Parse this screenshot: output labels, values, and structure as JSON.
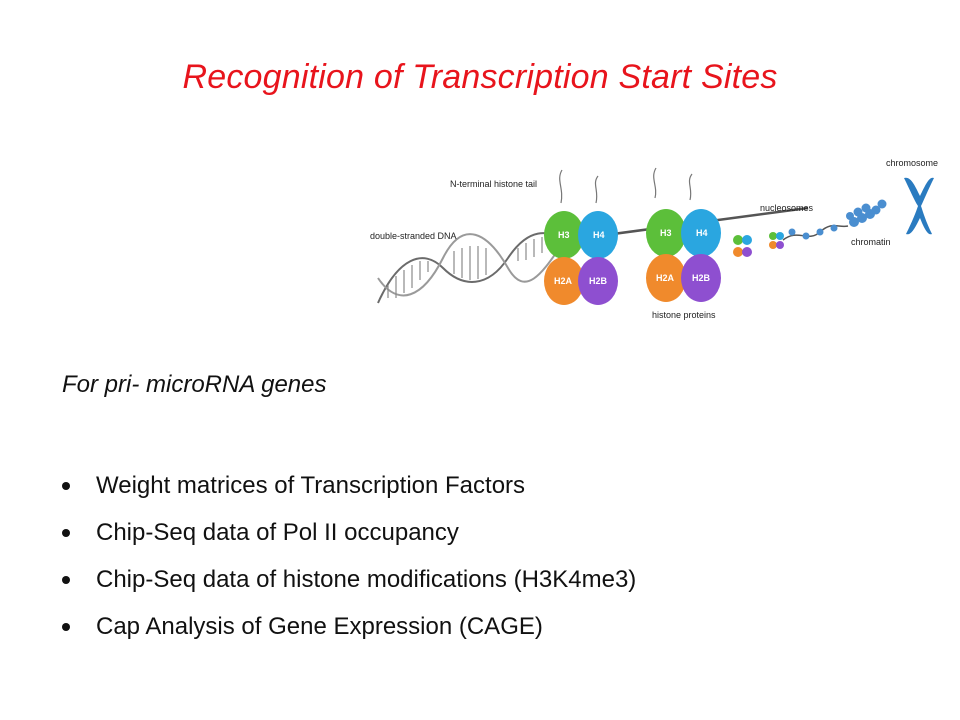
{
  "slide": {
    "title": "Recognition of Transcription Start Sites",
    "title_color": "#e8141c",
    "subtitle": "For pri- microRNA genes",
    "bullets": [
      "Weight matrices of Transcription Factors",
      "Chip-Seq  data of Pol II occupancy",
      "Chip-Seq data of histone modifications (H3K4me3)",
      "Cap Analysis of Gene Expression (CAGE)"
    ]
  },
  "diagram": {
    "labels": {
      "dna": "double-stranded DNA",
      "tail": "N-terminal histone tail",
      "histone_proteins": "histone proteins",
      "nucleosomes": "nucleosomes",
      "chromatin": "chromatin",
      "chromosome": "chromosome"
    },
    "histones": {
      "h3": "H3",
      "h4": "H4",
      "h2a": "H2A",
      "h2b": "H2B"
    },
    "colors": {
      "h3": "#5cbf3a",
      "h4": "#2aa6e0",
      "h2a": "#f08a2c",
      "h2b": "#8e4fd0",
      "chromosome": "#2a7bc0"
    }
  }
}
